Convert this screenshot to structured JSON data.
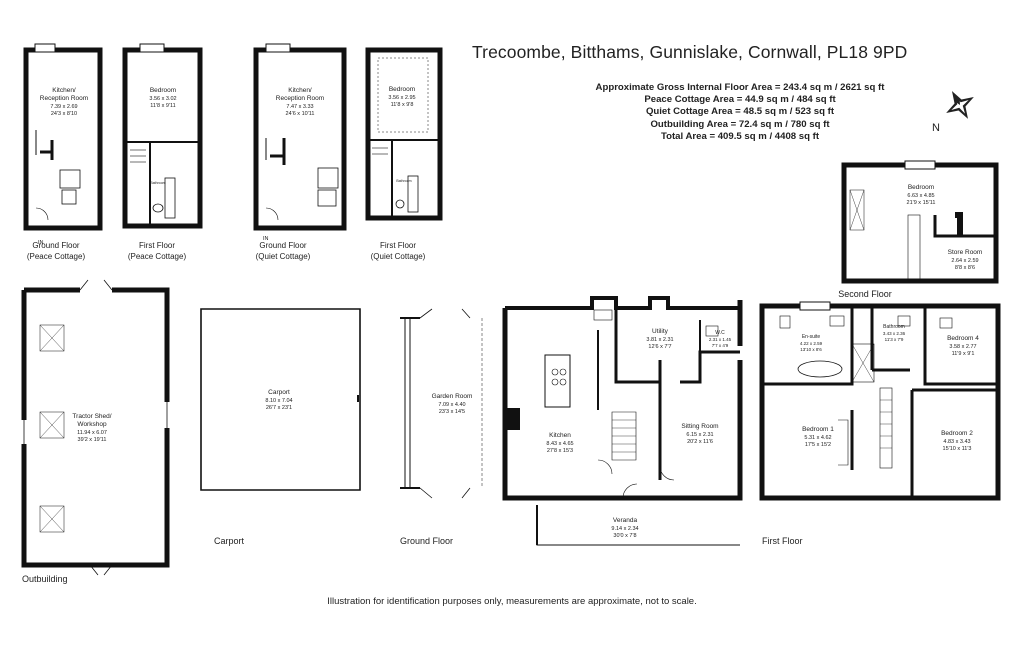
{
  "header": {
    "address": "Trecoombe, Bitthams, Gunnislake, Cornwall, PL18 9PD"
  },
  "areas": [
    "Approximate Gross Internal Floor Area  = 243.4 sq m / 2621 sq ft",
    "Peace Cottage Area  = 44.9 sq m / 484 sq ft",
    "Quiet Cottage Area  = 48.5 sq m / 523 sq ft",
    "Outbuilding Area = 72.4 sq m / 780 sq ft",
    "Total Area = 409.5 sq m / 4408 sq ft"
  ],
  "compass": {
    "label": "N"
  },
  "plans": {
    "peace_ground": {
      "room": [
        "Kitchen/",
        "Reception Room"
      ],
      "dims": [
        "7.39 x 2.69",
        "24'3 x 8'10"
      ],
      "entry": "IN",
      "caption": [
        "Ground Floor",
        "(Peace Cottage)"
      ]
    },
    "peace_first": {
      "room": [
        "Bedroom"
      ],
      "dims": [
        "3.56 x 3.02",
        "11'8 x 9'11"
      ],
      "bath": "Bathroom",
      "caption": [
        "First Floor",
        "(Peace Cottage)"
      ]
    },
    "quiet_ground": {
      "room": [
        "Kitchen/",
        "Reception Room"
      ],
      "dims": [
        "7.47 x 3.33",
        "24'6 x 10'11"
      ],
      "entry": "IN",
      "caption": [
        "Ground Floor",
        "(Quiet Cottage)"
      ]
    },
    "quiet_first": {
      "room": [
        "Bedroom"
      ],
      "dims": [
        "3.56 x 2.95",
        "11'8 x 9'8"
      ],
      "bath": "Bathroom",
      "caption": [
        "First Floor",
        "(Quiet Cottage)"
      ]
    },
    "second_floor": {
      "caption": "Second Floor",
      "bedroom": {
        "name": "Bedroom",
        "dims": [
          "6.63 x 4.85",
          "21'9 x 15'11"
        ]
      },
      "store": {
        "name": "Store Room",
        "dims": [
          "2.64 x 2.59",
          "8'8 x 8'6"
        ]
      }
    },
    "outbuilding": {
      "caption": "Outbuilding",
      "shed": {
        "name": [
          "Tractor Shed/",
          "Workshop"
        ],
        "dims": [
          "11.94 x 6.07",
          "39'2 x 19'11"
        ]
      }
    },
    "carport": {
      "caption": "Carport",
      "room": {
        "name": "Carport",
        "dims": [
          "8.10 x 7.04",
          "26'7 x 23'1"
        ]
      }
    },
    "ground_floor": {
      "caption": "Ground Floor",
      "garden": {
        "name": "Garden Room",
        "dims": [
          "7.09 x 4.40",
          "23'3 x 14'5"
        ]
      },
      "kitchen": {
        "name": "Kitchen",
        "dims": [
          "8.43 x 4.65",
          "27'8 x 15'3"
        ]
      },
      "utility": {
        "name": "Utility",
        "dims": [
          "3.81 x 2.31",
          "12'6 x 7'7"
        ]
      },
      "wc": {
        "name": "W.C",
        "dims": [
          "2.31 x 1.45",
          "7'7 x 4'9"
        ]
      },
      "sitting": {
        "name": "Sitting Room",
        "dims": [
          "6.15 x 2.31",
          "20'2 x 11'6"
        ]
      },
      "veranda": {
        "name": "Veranda",
        "dims": [
          "9.14 x 2.34",
          "30'0 x 7'8"
        ]
      }
    },
    "first_floor": {
      "caption": "First Floor",
      "ensuite": {
        "name": "En-suite",
        "dims": [
          "4.22 x 2.59",
          "13'10 x 8'6"
        ]
      },
      "bathroom": {
        "name": "Bathroom",
        "dims": [
          "3.43 x 2.36",
          "11'3 x 7'9"
        ]
      },
      "bed4": {
        "name": "Bedroom 4",
        "dims": [
          "3.58 x 2.77",
          "11'9 x 9'1"
        ]
      },
      "bed1": {
        "name": "Bedroom 1",
        "dims": [
          "5.31 x 4.62",
          "17'5 x 15'2"
        ]
      },
      "bed2": {
        "name": "Bedroom 2",
        "dims": [
          "4.83 x 3.43",
          "15'10 x 11'3"
        ]
      }
    }
  },
  "footer": "Illustration for identification purposes only, measurements are approximate, not to scale."
}
